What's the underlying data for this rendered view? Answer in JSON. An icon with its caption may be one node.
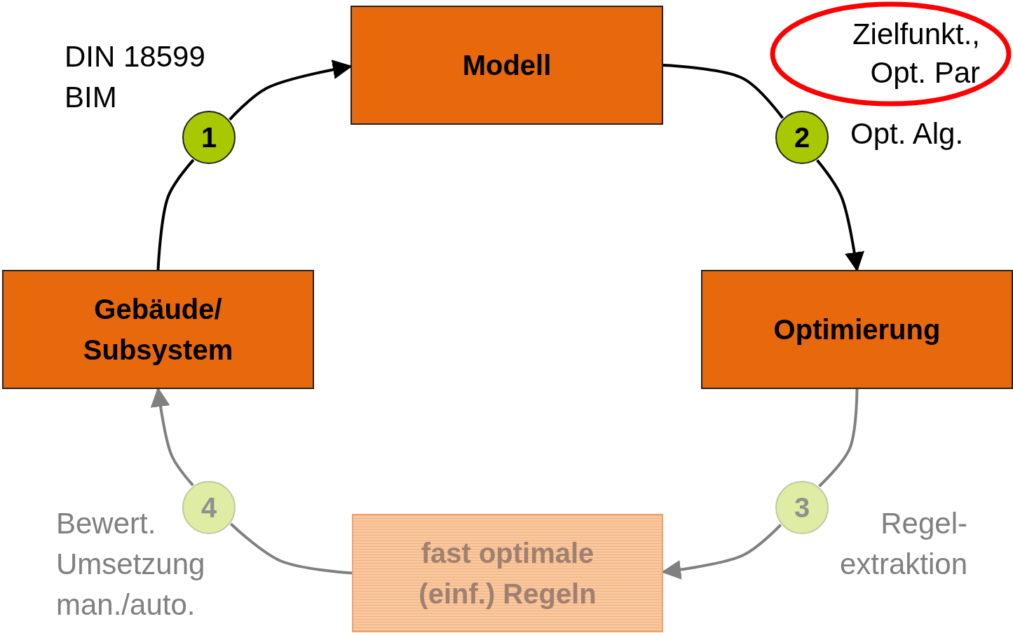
{
  "diagram": {
    "nodes": [
      {
        "text": [
          "Modell"
        ]
      },
      {
        "text": [
          "Optimierung"
        ]
      },
      {
        "text": [
          "fast optimale (einf.) Regeln"
        ]
      },
      {
        "text": [
          "Gebäude/ Subsystem"
        ]
      },
      {
        "text": [
          "1"
        ]
      },
      {
        "text": [
          "2"
        ]
      },
      {
        "text": [
          "3"
        ]
      },
      {
        "text": [
          "4"
        ]
      },
      {
        "text": [
          "Zielfunkt., Opt. Par"
        ],
        "beside": [
          "Opt. Alg."
        ]
      }
    ],
    "edges": [
      {
        "from": 3,
        "to": 4,
        "arrow": "none"
      },
      {
        "from": 4,
        "to": 0,
        "arrow": "to"
      },
      {
        "from": 0,
        "to": 5,
        "arrow": "none"
      },
      {
        "from": 5,
        "to": 1,
        "arrow": "to"
      },
      {
        "from": 1,
        "to": 6,
        "arrow": "none",
        "color": "#808080"
      },
      {
        "from": 6,
        "to": 2,
        "arrow": "to",
        "color": "#808080"
      },
      {
        "from": 2,
        "to": 7,
        "arrow": "none",
        "color": "#808080"
      },
      {
        "from": 7,
        "to": 3,
        "arrow": "to",
        "color": "#808080"
      }
    ],
    "labels": [
      "DIN 18599 BIM",
      "Regel- extraktion",
      "Bewert. Umsetzung man./auto."
    ]
  }
}
